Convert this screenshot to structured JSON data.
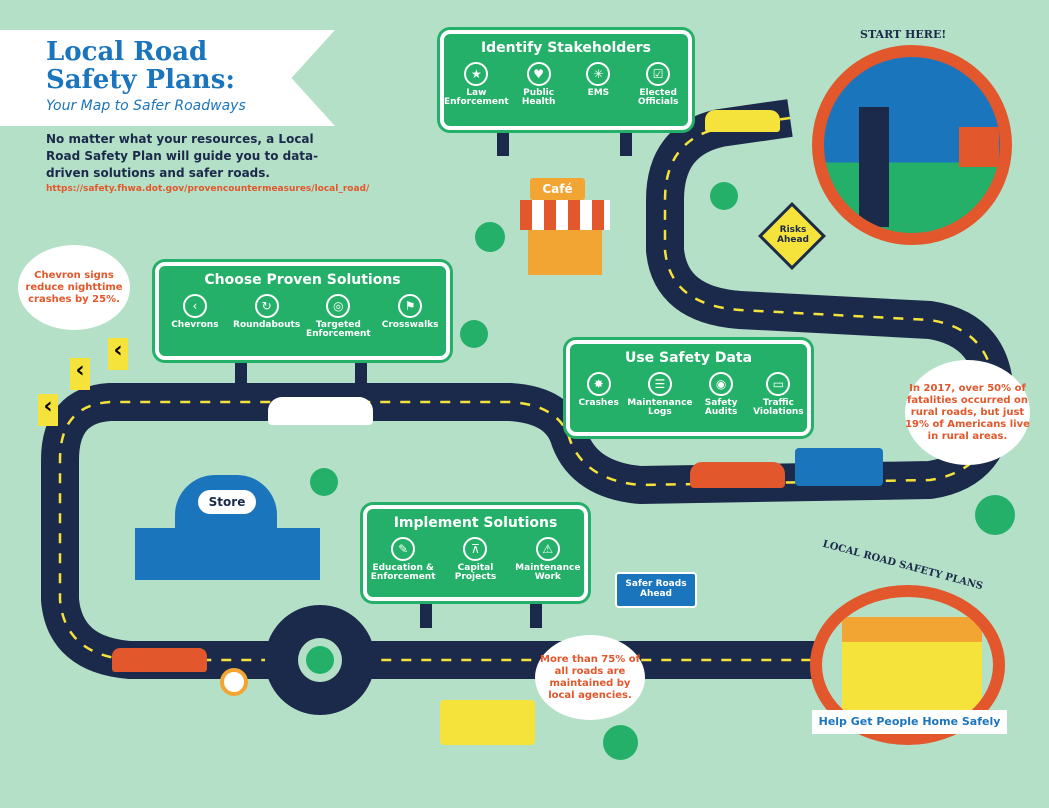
{
  "header": {
    "title_line1": "Local Road",
    "title_line2": "Safety Plans:",
    "subtitle": "Your Map to Safer Roadways",
    "intro": "No matter what your resources, a Local Road Safety Plan will guide you to data-driven solutions and safer roads.",
    "url": "https://safety.fhwa.dot.gov/provencountermeasures/local_road/"
  },
  "signs": {
    "stakeholders": {
      "title": "Identify Stakeholders",
      "items": [
        {
          "label": "Law Enforcement",
          "icon": "badge-icon"
        },
        {
          "label": "Public Health",
          "icon": "heart-icon"
        },
        {
          "label": "EMS",
          "icon": "star-of-life-icon"
        },
        {
          "label": "Elected Officials",
          "icon": "checkbox-icon"
        }
      ]
    },
    "solutions": {
      "title": "Choose Proven Solutions",
      "items": [
        {
          "label": "Chevrons",
          "icon": "chevron-icon"
        },
        {
          "label": "Roundabouts",
          "icon": "roundabout-icon"
        },
        {
          "label": "Targeted Enforcement",
          "icon": "radar-icon"
        },
        {
          "label": "Crosswalks",
          "icon": "crosswalk-icon"
        }
      ]
    },
    "data": {
      "title": "Use Safety Data",
      "items": [
        {
          "label": "Crashes",
          "icon": "crash-icon"
        },
        {
          "label": "Maintenance Logs",
          "icon": "document-icon"
        },
        {
          "label": "Safety Audits",
          "icon": "audit-icon"
        },
        {
          "label": "Traffic Violations",
          "icon": "police-car-icon"
        }
      ]
    },
    "implement": {
      "title": "Implement Solutions",
      "items": [
        {
          "label": "Education & Enforcement",
          "icon": "education-icon"
        },
        {
          "label": "Capital Projects",
          "icon": "survey-icon"
        },
        {
          "label": "Maintenance Work",
          "icon": "worker-icon"
        }
      ]
    }
  },
  "callouts": {
    "chevron": "Chevron signs reduce nighttime crashes by 25%.",
    "rural": "In 2017, over 50% of fatalities occurred on rural roads, but just 19% of Americans live in rural areas.",
    "local": "More than 75% of all roads are maintained by local agencies."
  },
  "labels": {
    "start": "START HERE!",
    "cafe": "Café",
    "store": "Store",
    "risks": "Risks Ahead",
    "safer": "Safer Roads Ahead",
    "plans": "LOCAL ROAD SAFETY PLANS",
    "home": "Help Get People Home Safely"
  },
  "colors": {
    "road": "#1b2a4a",
    "green": "#25b06a",
    "orange": "#e2572b",
    "blue": "#1b75bc",
    "background": "#b4e0c8"
  }
}
